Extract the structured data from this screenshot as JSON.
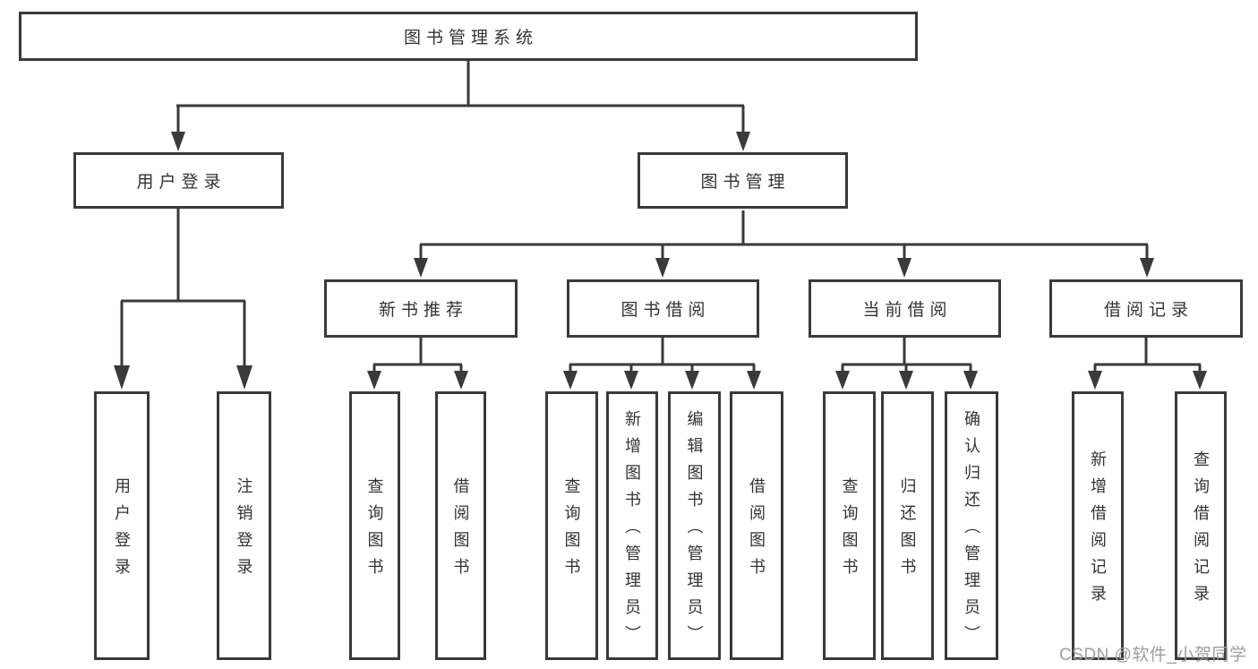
{
  "tree": {
    "root": {
      "label": "图书管理系统"
    },
    "branches": [
      {
        "label": "用户登录",
        "children": [
          {
            "label": "用户登录"
          },
          {
            "label": "注销登录"
          }
        ]
      },
      {
        "label": "图书管理",
        "children": [
          {
            "label": "新书推荐",
            "children": [
              {
                "label": "查询图书"
              },
              {
                "label": "借阅图书"
              }
            ]
          },
          {
            "label": "图书借阅",
            "children": [
              {
                "label": "查询图书"
              },
              {
                "label": "新增图书（管理员）"
              },
              {
                "label": "编辑图书（管理员）"
              },
              {
                "label": "借阅图书"
              }
            ]
          },
          {
            "label": "当前借阅",
            "children": [
              {
                "label": "查询图书"
              },
              {
                "label": "归还图书"
              },
              {
                "label": "确认归还（管理员）"
              }
            ]
          },
          {
            "label": "借阅记录",
            "children": [
              {
                "label": "新增借阅记录"
              },
              {
                "label": "查询借阅记录"
              }
            ]
          }
        ]
      }
    ]
  },
  "watermark": {
    "text": "CSDN @软件_小贺同学"
  },
  "colors": {
    "line": "#3a3a3a",
    "text": "#333333",
    "watermark": "#9e9e9e",
    "background": "#ffffff"
  }
}
